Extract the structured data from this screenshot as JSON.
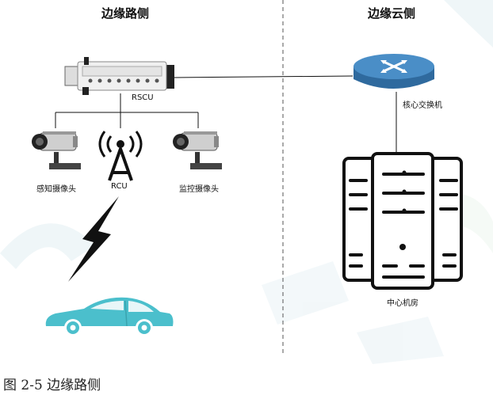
{
  "zones": {
    "left_title": "边缘路侧",
    "right_title": "边缘云侧"
  },
  "devices": {
    "rscu": "RSCU",
    "sensing_camera": "感知摄像头",
    "rcu": "RCU",
    "monitoring_camera": "监控摄像头",
    "core_switch": "核心交换机",
    "data_center": "中心机房"
  },
  "caption": "图 2-5 边缘路侧",
  "colors": {
    "router_body": "#2f6a9e",
    "router_top": "#4a8ec7",
    "car": "#4bbfcc",
    "line": "#111111",
    "divider": "#555555"
  },
  "icons": [
    "rack-unit-icon",
    "camera-icon",
    "antenna-tower-icon",
    "router-icon",
    "server-icon",
    "lightning-icon",
    "car-icon"
  ]
}
